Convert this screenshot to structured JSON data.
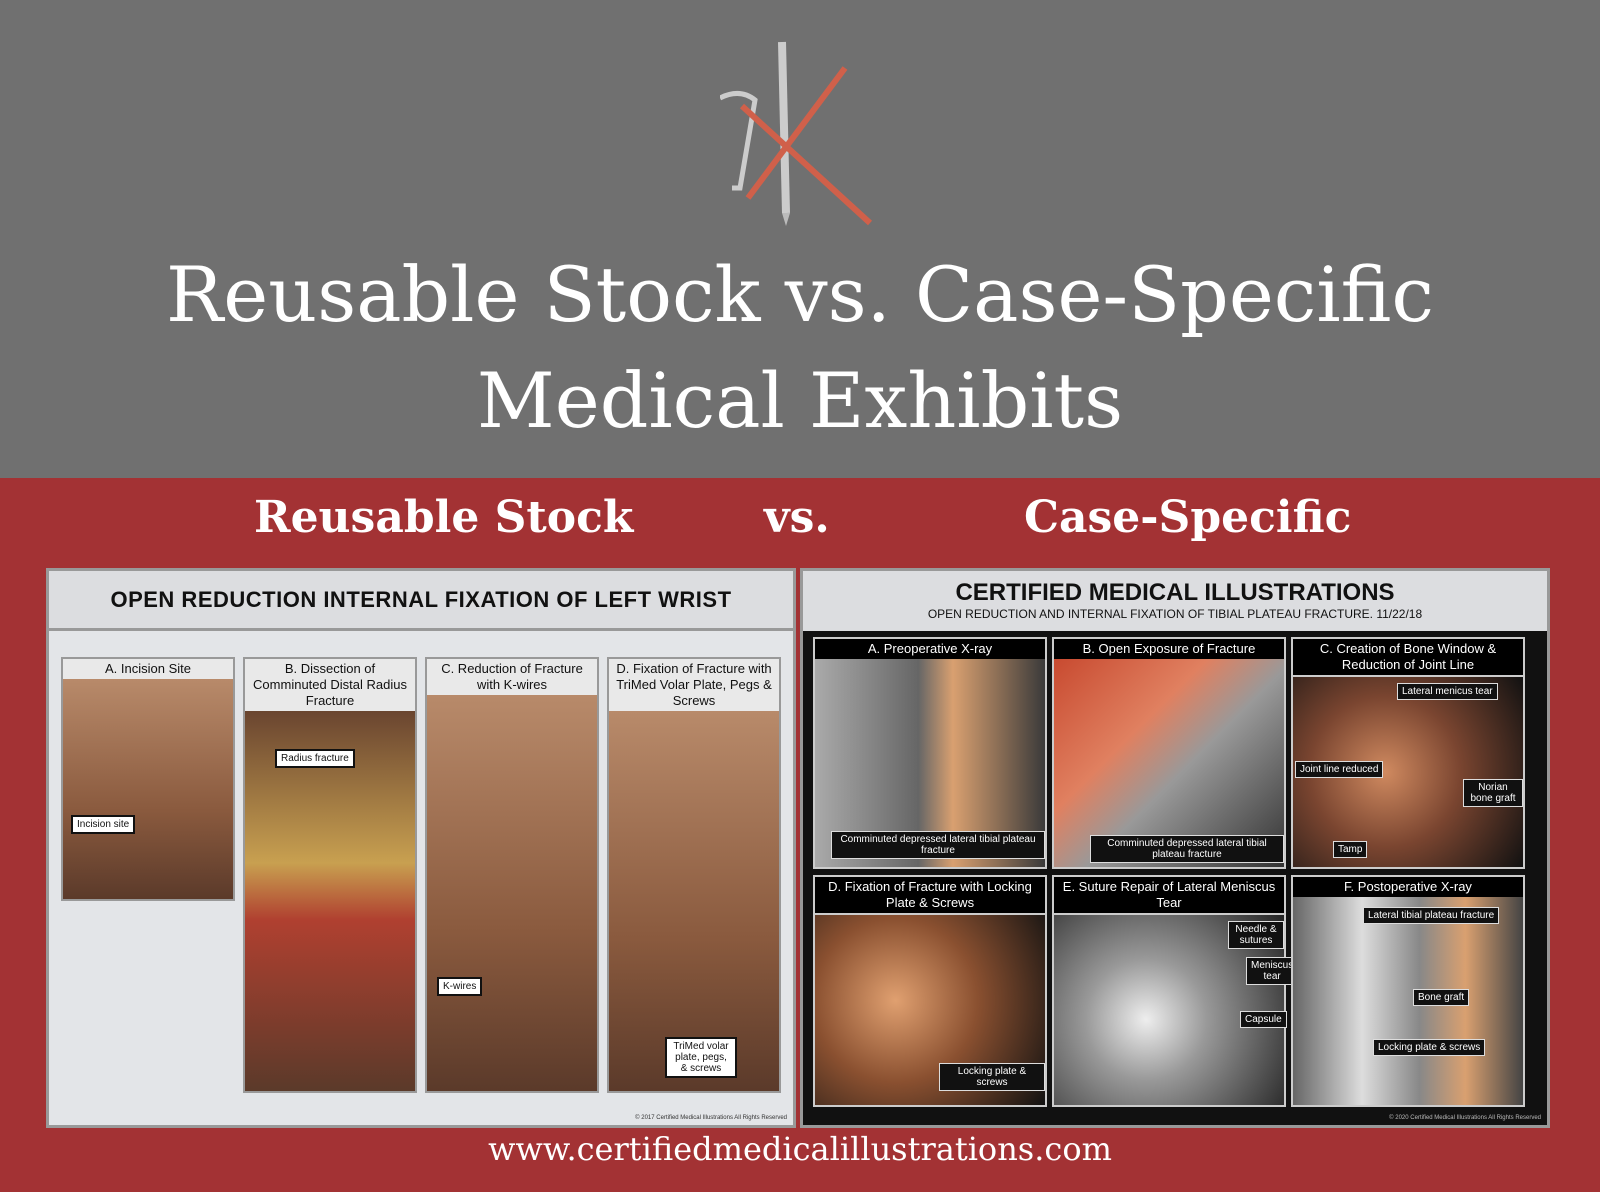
{
  "header": {
    "title_line1": "Reusable Stock vs. Case-Specific",
    "title_line2": "Medical Exhibits"
  },
  "comparison": {
    "left": "Reusable Stock",
    "vs": "vs.",
    "right": "Case-Specific"
  },
  "left_exhibit": {
    "title": "OPEN REDUCTION INTERNAL FIXATION OF LEFT WRIST",
    "panels": [
      {
        "caption": "A. Incision Site",
        "labels": [
          "Incision site"
        ]
      },
      {
        "caption": "B. Dissection of Comminuted Distal Radius Fracture",
        "labels": [
          "Radius fracture"
        ]
      },
      {
        "caption": "C. Reduction of Fracture with K-wires",
        "labels": [
          "K-wires"
        ]
      },
      {
        "caption": "D. Fixation of Fracture with TriMed Volar Plate, Pegs & Screws",
        "labels": [
          "TriMed volar plate, pegs, & screws"
        ]
      }
    ],
    "copyright": "© 2017 Certified Medical Illustrations All Rights Reserved"
  },
  "right_exhibit": {
    "title": "CERTIFIED MEDICAL ILLUSTRATIONS",
    "subtitle": "OPEN REDUCTION AND INTERNAL FIXATION OF TIBIAL PLATEAU FRACTURE. 11/22/18",
    "panels": [
      {
        "caption": "A. Preoperative X-ray",
        "labels": [
          "Comminuted depressed lateral tibial plateau fracture"
        ]
      },
      {
        "caption": "B. Open Exposure of Fracture",
        "labels": [
          "Comminuted depressed lateral tibial plateau fracture"
        ]
      },
      {
        "caption": "C. Creation of Bone Window & Reduction of Joint Line",
        "labels": [
          "Lateral menicus tear",
          "Joint line reduced",
          "Norian bone graft",
          "Tamp"
        ]
      },
      {
        "caption": "D. Fixation of Fracture with Locking Plate & Screws",
        "labels": [
          "Locking plate & screws"
        ]
      },
      {
        "caption": "E. Suture Repair of Lateral Meniscus Tear",
        "labels": [
          "Needle & sutures",
          "Meniscus tear",
          "Capsule"
        ]
      },
      {
        "caption": "F. Postoperative X-ray",
        "labels": [
          "Lateral tibial plateau fracture",
          "Bone graft",
          "Locking plate & screws"
        ]
      }
    ],
    "copyright": "© 2020 Certified Medical Illustrations All Rights Reserved"
  },
  "footer": {
    "url": "www.certifiedmedicalillustrations.com"
  }
}
